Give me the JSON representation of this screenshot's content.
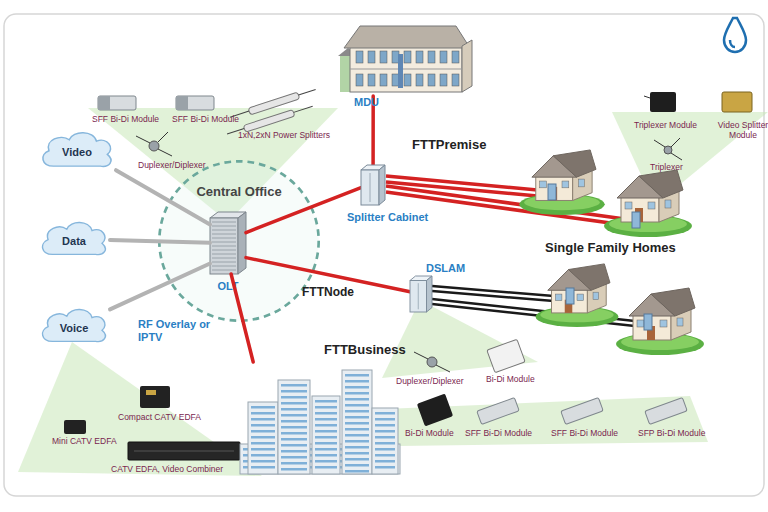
{
  "diagram": {
    "nodes": [
      {
        "text": [
          "Video"
        ]
      },
      {
        "text": [
          "Data"
        ]
      },
      {
        "text": [
          "Voice"
        ]
      },
      {
        "text": [
          "Central Office"
        ]
      },
      {
        "text": [
          "OLT"
        ],
        "in": 3
      },
      {
        "text": [
          "MDU"
        ]
      },
      {
        "text": [
          "Splitter Cabinet"
        ]
      },
      {
        "text": [
          "DSLAM"
        ]
      },
      {
        "text": [
          "FTTBusiness"
        ]
      }
    ],
    "edges": [
      {
        "from": 0,
        "to": 4,
        "arrow": "none"
      },
      {
        "from": 1,
        "to": 4,
        "arrow": "none"
      },
      {
        "from": 2,
        "to": 4,
        "arrow": "none"
      },
      {
        "from": 4,
        "to": 6,
        "arrow": "none"
      },
      {
        "from": 6,
        "to": 5,
        "arrow": "none"
      },
      {
        "from": 4,
        "to": 7,
        "label": "FTTNode",
        "arrow": "none"
      },
      {
        "from": 4,
        "to": 8,
        "arrow": "none"
      }
    ],
    "labels": [
      "SFF Bi-Di Module",
      "SFF Bi-Di Module",
      "1xN,2xN Power Splitters",
      "Duplexer/Diplexer",
      "FTTPremise",
      "Triplexer Module",
      "Video Splitter Module",
      "Triplexer",
      "Single Family Homes",
      "RF Overlay or IPTV",
      "Duplexer/Diplexer",
      "Bi-Di Module",
      "Bi-Di Module",
      "SFF Bi-Di Module",
      "SFF Bi-Di Module",
      "SFP Bi-Di Module",
      "Compact CATV EDFA",
      "Mini CATV EDFA",
      "CATV EDFA, Video Combiner"
    ]
  }
}
